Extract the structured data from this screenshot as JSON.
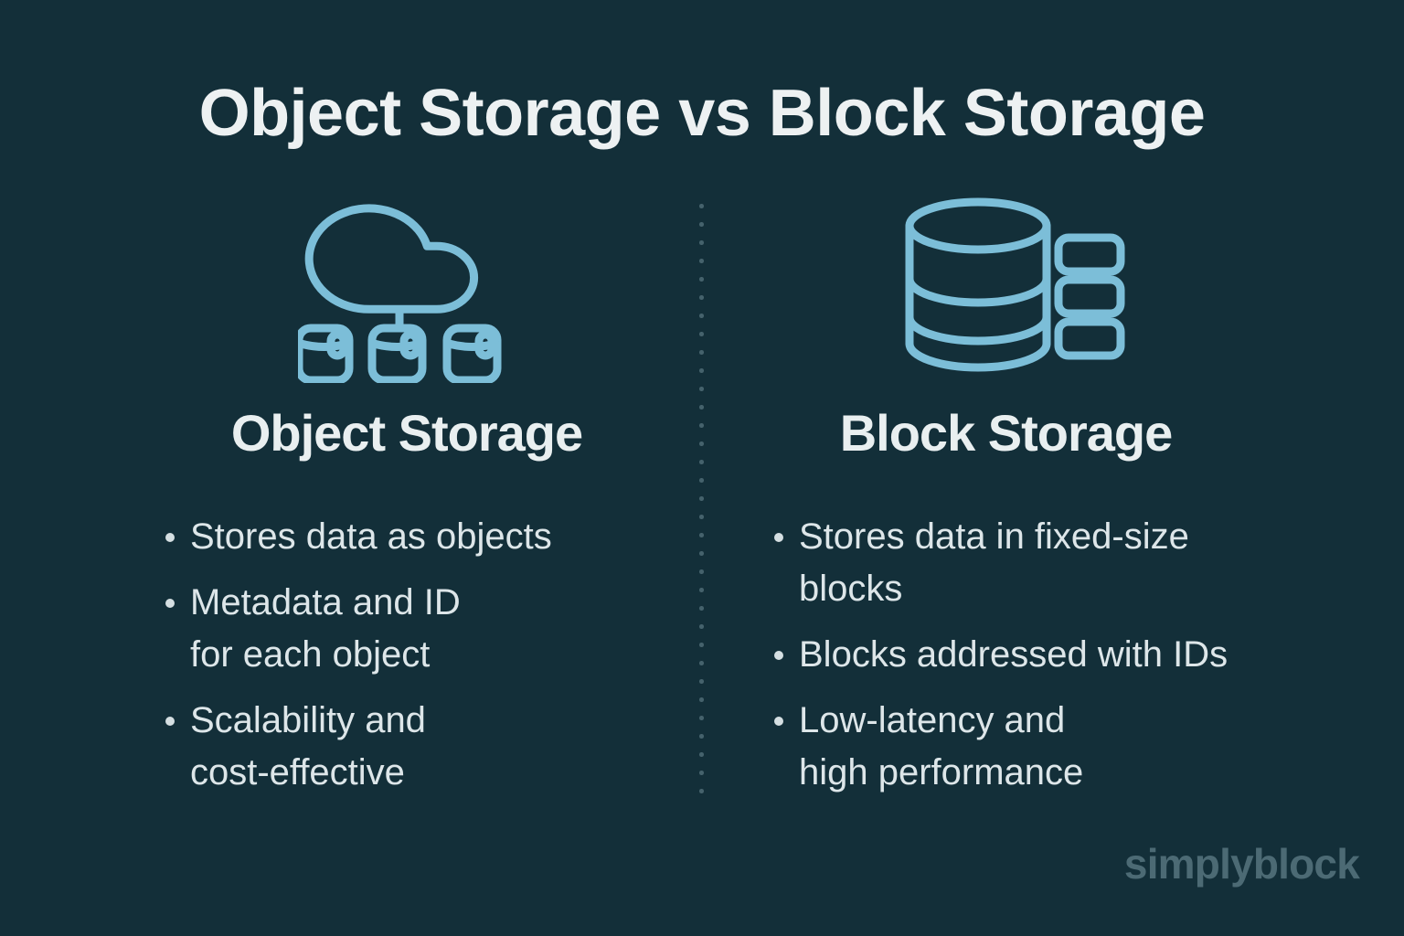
{
  "page": {
    "title": "Object Storage vs Block Storage",
    "brand": "simplyblock"
  },
  "colors": {
    "background": "#132f39",
    "icon_stroke": "#7cbed8",
    "title_text": "#edf1f2",
    "heading_text": "#e9eff0",
    "body_text": "#dde6e9",
    "divider_dot": "#45626c",
    "brand_text": "#4c6a74"
  },
  "columns": [
    {
      "heading": "Object Storage",
      "icon": "cloud-storage-icon",
      "bullets": [
        "Stores data as objects",
        "Metadata and ID\nfor each object",
        "Scalability and\ncost-effective"
      ]
    },
    {
      "heading": "Block Storage",
      "icon": "database-blocks-icon",
      "bullets": [
        "Stores data in fixed-size\nblocks",
        "Blocks addressed with IDs",
        "Low-latency and\nhigh performance"
      ]
    }
  ]
}
